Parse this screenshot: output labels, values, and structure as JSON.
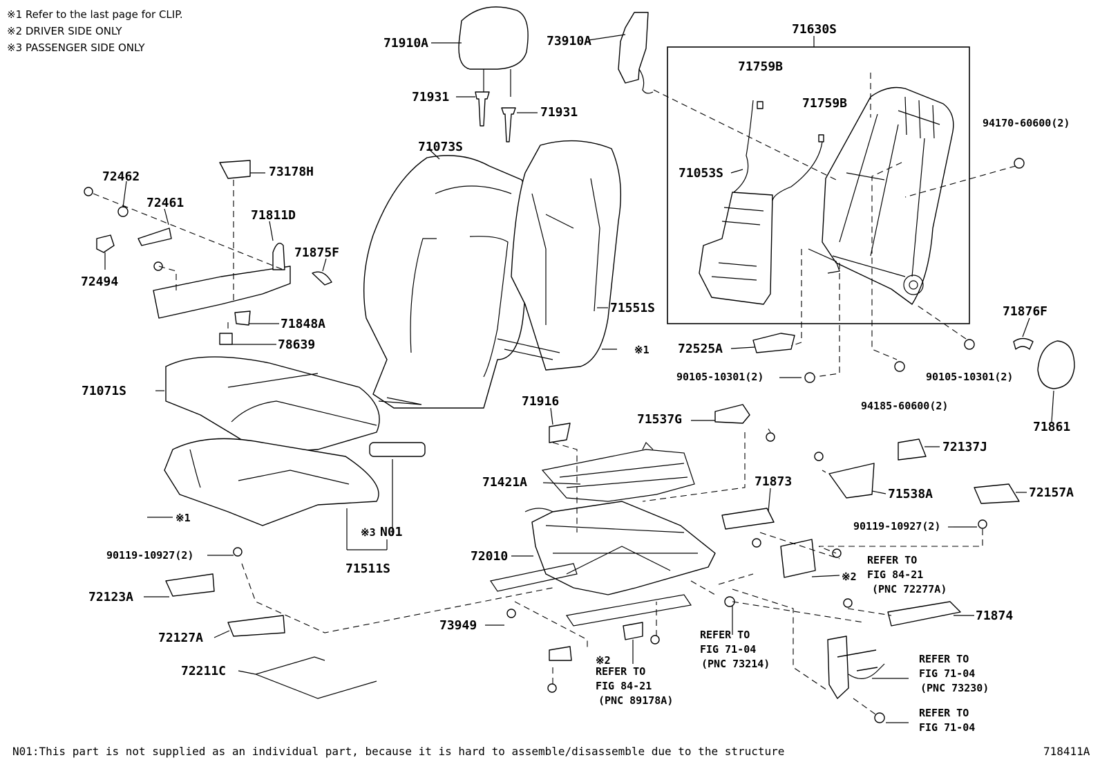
{
  "notes": [
    "※1  Refer to the last page for CLIP.",
    "※2  DRIVER SIDE ONLY",
    "※3  PASSENGER SIDE ONLY"
  ],
  "footer": {
    "text": "N01:This part is not supplied as an individual part, because it is hard to assemble/disassemble due to the structure",
    "figure_id": "718411A"
  },
  "parts": {
    "p71910A": "71910A",
    "p71931a": "71931",
    "p71931b": "71931",
    "p73910A": "73910A",
    "p71630S": "71630S",
    "p71759Ba": "71759B",
    "p71759Bb": "71759B",
    "p71053S": "71053S",
    "p94170": "94170-60600(2)",
    "p71073S": "71073S",
    "p73178H": "73178H",
    "p72462": "72462",
    "p72461": "72461",
    "p71811D": "71811D",
    "p71875F": "71875F",
    "p72494": "72494",
    "p71848A": "71848A",
    "p78639": "78639",
    "p71551S": "71551S",
    "p71876F": "71876F",
    "p72525A": "72525A",
    "p90105a": "90105-10301(2)",
    "p90105b": "90105-10301(2)",
    "p94185": "94185-60600(2)",
    "p71861": "71861",
    "p71071S": "71071S",
    "p71916": "71916",
    "p71537G": "71537G",
    "p72137J": "72137J",
    "p71421A": "71421A",
    "p71873": "71873",
    "p71538A": "71538A",
    "p72157A": "72157A",
    "p90119a": "90119-10927(2)",
    "p90119b": "90119-10927(2)",
    "p72010": "72010",
    "pN01": "N01",
    "p71511S": "71511S",
    "p72123A": "72123A",
    "p72127A": "72127A",
    "p72211C": "72211C",
    "p73949": "73949",
    "p71874": "71874"
  },
  "marks": {
    "clip1": "※1",
    "clip2": "※1",
    "pass3": "※3",
    "drv2a": "※2",
    "drv2b": "※2"
  },
  "refs": {
    "r1": [
      "REFER TO",
      "FIG 84-21",
      "(PNC 72277A)"
    ],
    "r2": [
      "REFER TO",
      "FIG 71-04",
      "(PNC 73214)"
    ],
    "r3": [
      "REFER TO",
      "FIG 84-21",
      "(PNC 89178A)"
    ],
    "r4": [
      "REFER TO",
      "FIG 71-04",
      "(PNC 73230)"
    ],
    "r5": [
      "REFER TO",
      "FIG 71-04"
    ]
  }
}
